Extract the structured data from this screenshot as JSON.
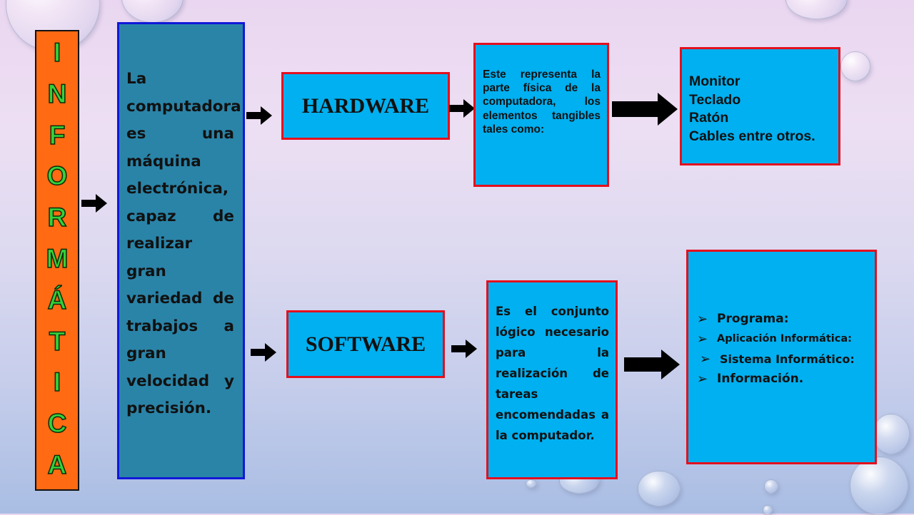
{
  "vertical_title": [
    "I",
    "N",
    "F",
    "O",
    "R",
    "M",
    "Á",
    "T",
    "I",
    "C",
    "A"
  ],
  "definition": "La computadora es una máquina electrónica, capaz de realizar gran variedad de trabajos a gran velocidad y precisión.",
  "hardware": {
    "title": "HARDWARE",
    "description": "Este representa la parte física de la computadora, los elementos tangibles tales como:",
    "items": [
      "Monitor",
      "Teclado",
      "Ratón",
      "Cables entre otros."
    ]
  },
  "software": {
    "title": "SOFTWARE",
    "description": "Es el conjunto lógico necesario para la realización de tareas encomendadas a la computador.",
    "items": [
      "Programa:",
      "Aplicación Informática:",
      "Sistema Informático:",
      "Información."
    ]
  },
  "colors": {
    "title_fill": "#ff6a13",
    "title_letters": "#35d03b",
    "definition_fill": "#2a84a8",
    "box_fill": "#00b0f0",
    "box_border": "#e3101e"
  }
}
